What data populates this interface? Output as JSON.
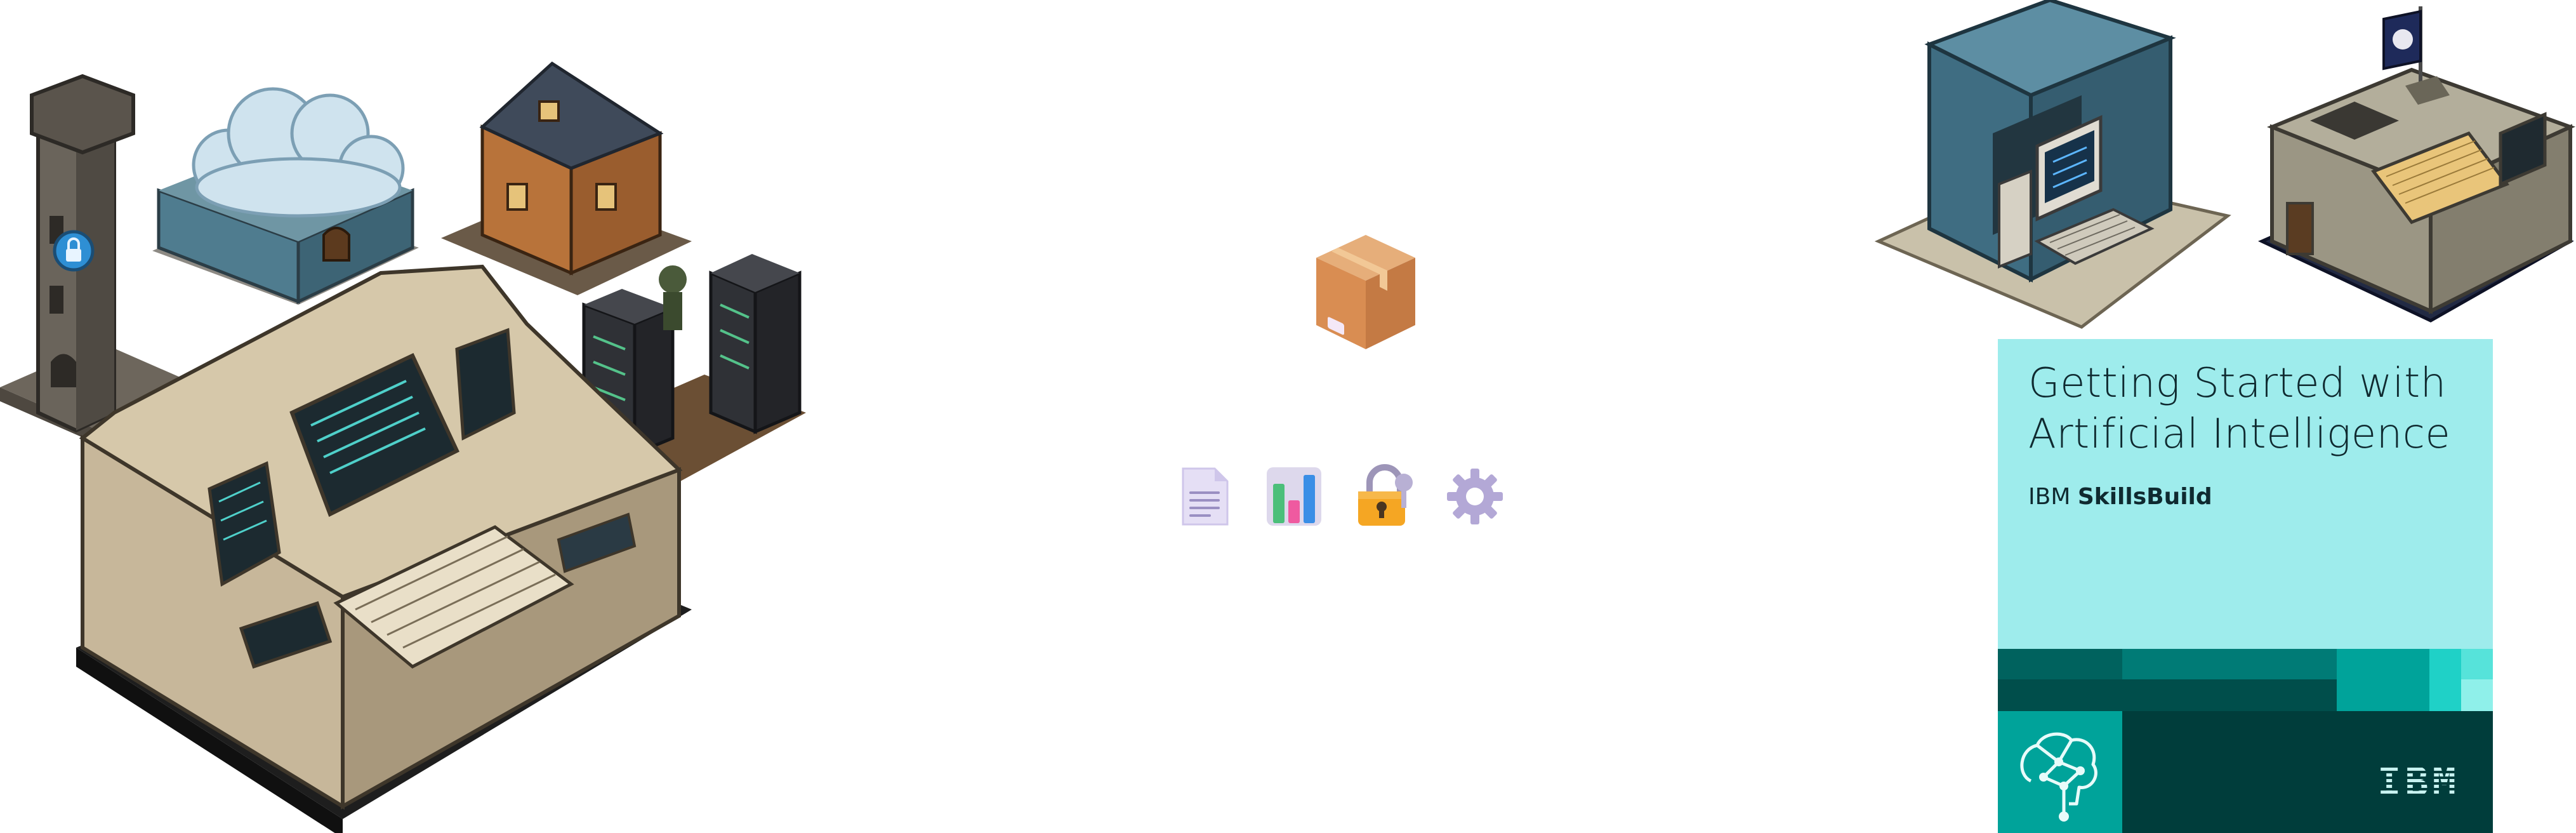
{
  "icons": {
    "package": "package-icon",
    "document": "document-icon",
    "chart": "bar-chart-icon",
    "lock": "padlock-icon",
    "gear": "gear-icon"
  },
  "course_card": {
    "title": "Getting Started with Artificial Intelligence",
    "brand_prefix": "IBM",
    "brand_name": "SkillsBuild",
    "logo": "IBM",
    "colors": {
      "background": "#9eecec",
      "band_dark": "#00625e",
      "footer": "#003d3b",
      "brain_tile": "#00a39a",
      "accent": "#1fd1c7"
    }
  }
}
